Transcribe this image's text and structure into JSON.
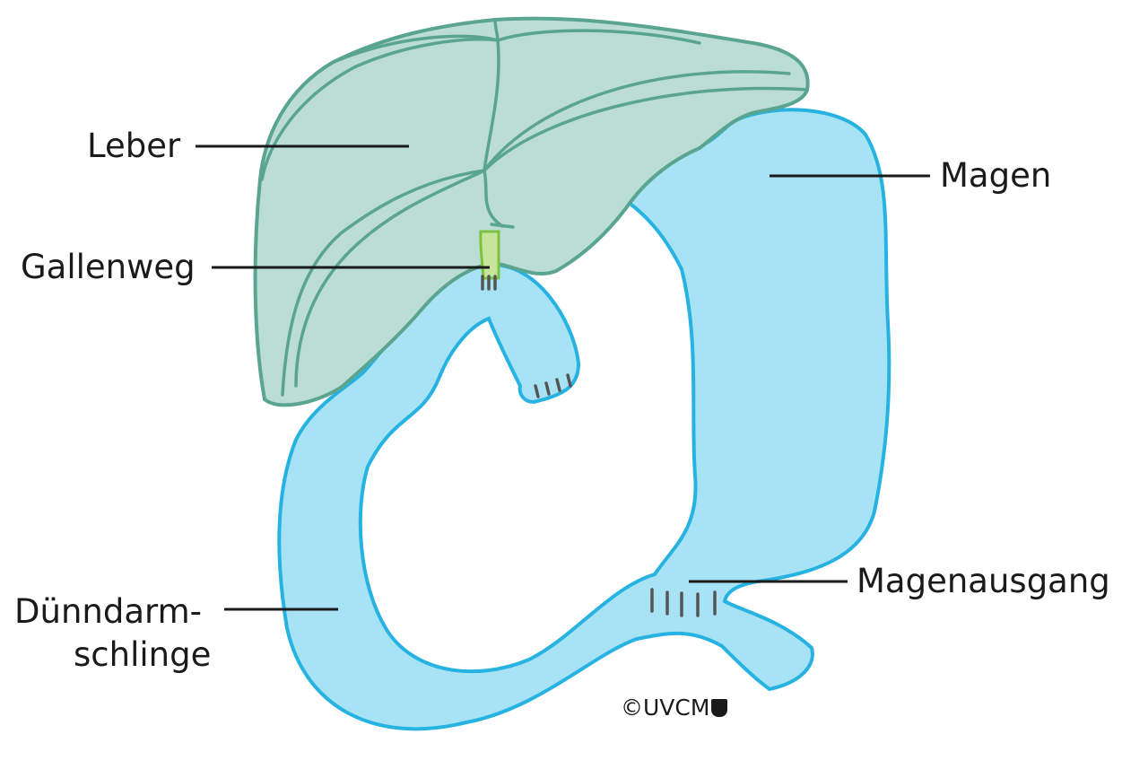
{
  "labels": {
    "liver": "Leber",
    "bile_duct": "Gallenweg",
    "stomach": "Magen",
    "pylorus": "Magenausgang",
    "intestine_line1": "Dünndarm-",
    "intestine_line2": "schlinge"
  },
  "copyright": "©UVCM",
  "colors": {
    "liver_fill": "#bcddd5",
    "liver_stroke": "#5aa58f",
    "intestine_fill": "#a8e2f5",
    "intestine_stroke": "#27b3e2",
    "bile_duct_fill": "#c6e59a",
    "bile_duct_stroke": "#7cc241",
    "suture": "#555555",
    "text": "#1a1a1a"
  }
}
